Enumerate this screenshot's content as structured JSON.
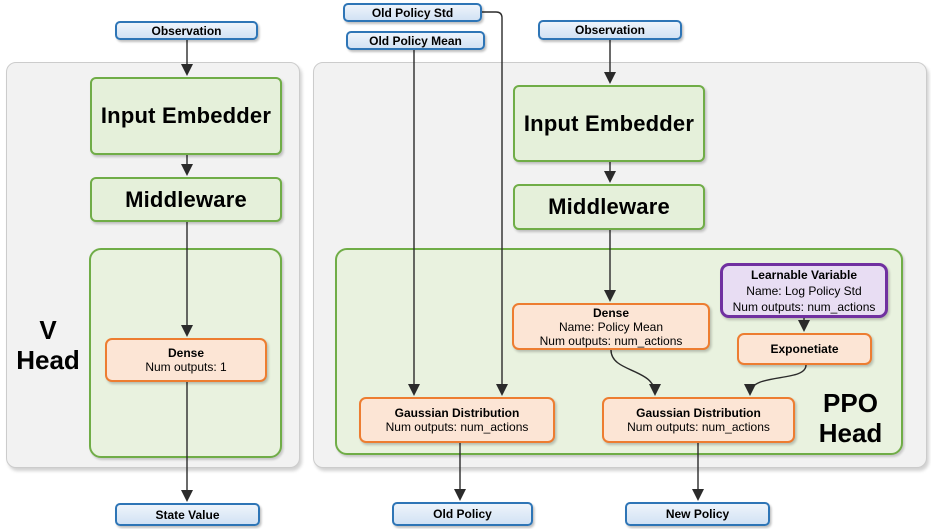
{
  "colors": {
    "blue_border": "#2e75b6",
    "blue_fill": "#d9e6f5",
    "green_border": "#70ad47",
    "green_box_fill": "#e5f0da",
    "green_panel_fill": "#e9f2df",
    "orange_border": "#ed7d31",
    "orange_fill": "#fce5d5",
    "purple_border": "#7030a0",
    "purple_fill": "#e8ddf3",
    "panel_fill": "#f2f2f2",
    "line_color": "#2b2b2b"
  },
  "inputs": {
    "observation_left": "Observation",
    "old_policy_std": "Old Policy Std",
    "old_policy_mean": "Old Policy Mean",
    "observation_right": "Observation"
  },
  "v_head": {
    "label_line1": "V",
    "label_line2": "Head",
    "input_embedder": "Input Embedder",
    "middleware": "Middleware",
    "dense": {
      "title": "Dense",
      "num_outputs": "Num outputs: 1"
    }
  },
  "ppo_head": {
    "label_line1": "PPO",
    "label_line2": "Head",
    "input_embedder": "Input Embedder",
    "middleware": "Middleware",
    "dense_policy_mean": {
      "title": "Dense",
      "name": "Name: Policy Mean",
      "num_outputs": "Num outputs: num_actions"
    },
    "learnable_variable": {
      "title": "Learnable Variable",
      "name": "Name: Log Policy Std",
      "num_outputs": "Num outputs: num_actions"
    },
    "exponetiate": {
      "title": "Exponetiate"
    },
    "gaussian_old": {
      "title": "Gaussian Distribution",
      "num_outputs": "Num outputs: num_actions"
    },
    "gaussian_new": {
      "title": "Gaussian Distribution",
      "num_outputs": "Num outputs: num_actions"
    }
  },
  "outputs": {
    "state_value": "State Value",
    "old_policy": "Old Policy",
    "new_policy": "New Policy"
  }
}
